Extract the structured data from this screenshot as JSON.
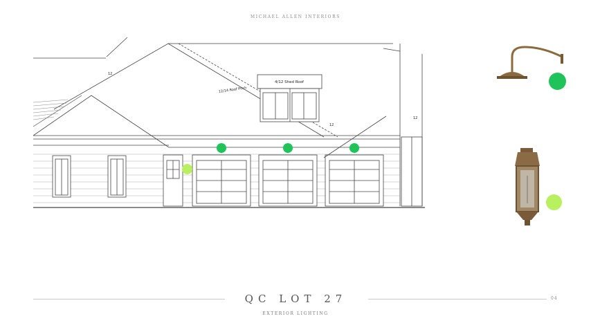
{
  "header": {
    "brand": "MICHAEL ALLEN INTERIORS"
  },
  "drawing": {
    "shed_roof_label": "4/12 Shed Roof",
    "roof_pitch_label": "12/14 Roof Pitch",
    "pitch_marks": [
      "12",
      "12",
      "12"
    ]
  },
  "markers": {
    "colors": {
      "gooseneck": "#1ec35a",
      "lantern": "#b8f060"
    }
  },
  "footer": {
    "title": "QC LOT 27",
    "subtitle": "EXTERIOR LIGHTING",
    "page_number": "04"
  }
}
